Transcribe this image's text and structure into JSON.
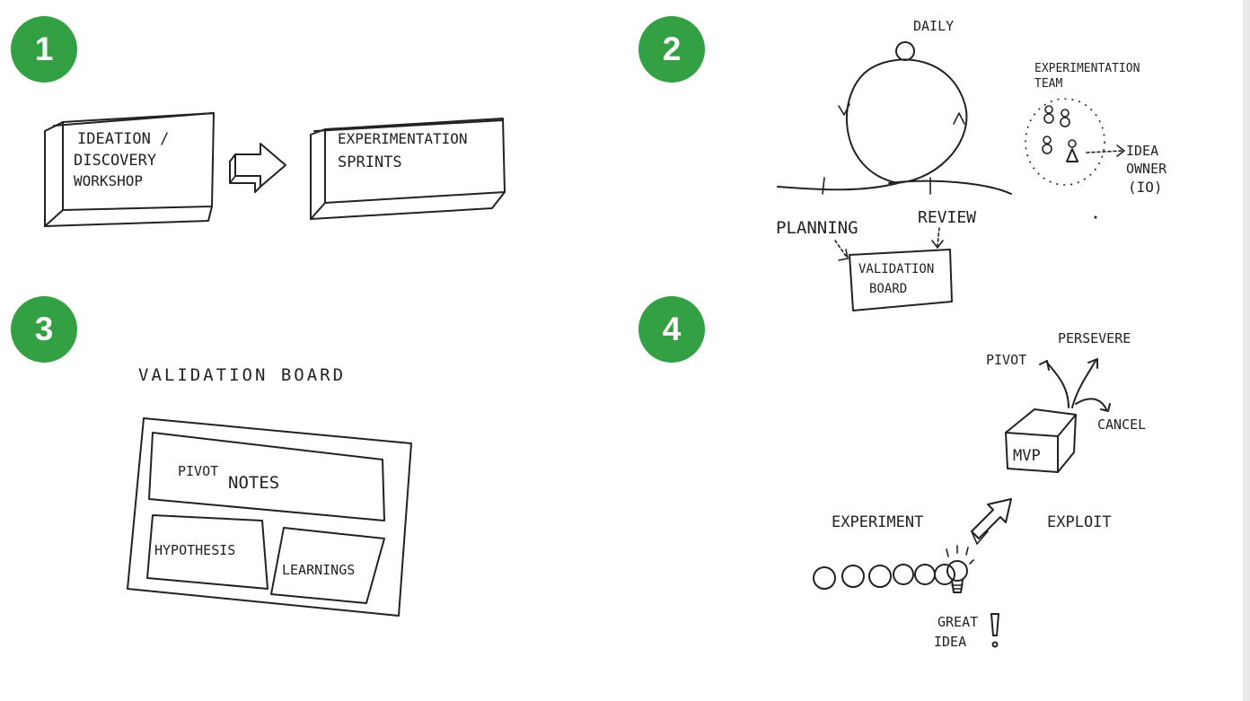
{
  "badges": [
    "1",
    "2",
    "3",
    "4"
  ],
  "colors": {
    "badge": "#33a043",
    "ink": "#222222"
  },
  "panel1": {
    "box1": [
      "IDEATION /",
      "DISCOVERY",
      "WORKSHOP"
    ],
    "box2": [
      "EXPERIMENTATION",
      "SPRINTS"
    ]
  },
  "panel2": {
    "daily": "DAILY",
    "planning": "PLANNING",
    "review": "REVIEW",
    "validation_board": [
      "VALIDATION",
      "BOARD"
    ],
    "team": [
      "EXPERIMENTATION",
      "TEAM"
    ],
    "idea_owner": [
      "IDEA",
      "OWNER",
      "(IO)"
    ]
  },
  "panel3": {
    "title": "VALIDATION BOARD",
    "pivot": "PIVOT",
    "notes": "NOTES",
    "hypothesis": "HYPOTHESIS",
    "learnings": "LEARNINGS"
  },
  "panel4": {
    "persevere": "PERSEVERE",
    "pivot": "PIVOT",
    "cancel": "CANCEL",
    "mvp": "MVP",
    "experiment": "EXPERIMENT",
    "exploit": "EXPLOIT",
    "great_idea": [
      "GREAT",
      "IDEA"
    ]
  }
}
